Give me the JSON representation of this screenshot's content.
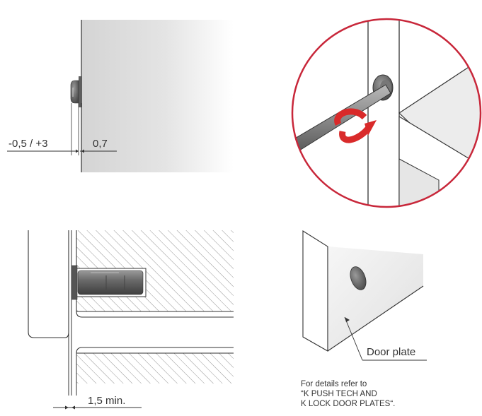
{
  "dimensions": {
    "tolerance": "-0,5 / +3",
    "gap": "0,7",
    "min_gap": "1,5 min."
  },
  "callout": {
    "label": "Door plate"
  },
  "note": {
    "line1": "For details refer to",
    "line2": "“K PUSH TECH AND",
    "line3": "K LOCK DOOR PLATES“."
  },
  "colors": {
    "ring": "#c8273a",
    "arrow": "#d92a2a",
    "ink": "#333333",
    "hatch": "#8a8a8a",
    "panel_gray": "#d6d6d6"
  }
}
